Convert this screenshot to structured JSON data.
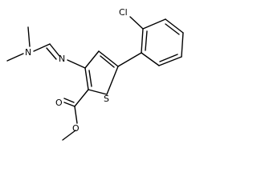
{
  "molecule": {
    "atoms": {
      "chlorine": "Cl",
      "sulfur": "S",
      "imine_nitrogen": "N",
      "amine_nitrogen": "N",
      "carbonyl_oxygen": "O",
      "ester_oxygen": "O"
    }
  }
}
